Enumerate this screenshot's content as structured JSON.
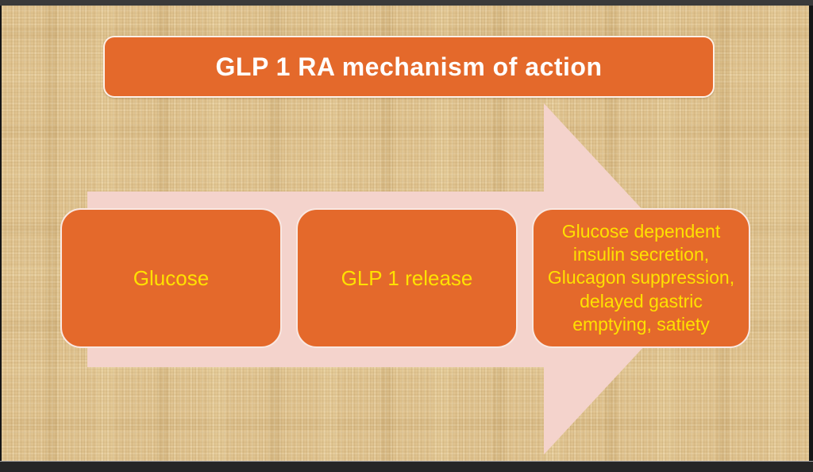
{
  "slide": {
    "title": "GLP 1 RA mechanism of action"
  },
  "process": {
    "steps": [
      {
        "label": "Glucose"
      },
      {
        "label": "GLP 1 release"
      },
      {
        "label": "Glucose dependent\ninsulin secretion,\nGlucagon suppression,\ndelayed gastric\nemptying, satiety"
      }
    ]
  },
  "colors": {
    "box_orange": "#E4692B",
    "label_yellow": "#FFE100",
    "title_text": "#FFFFFF",
    "arrow_pink": "#F4D3CC",
    "background_tan": "#DFC28E",
    "frame_dark": "#3A3A3A"
  }
}
